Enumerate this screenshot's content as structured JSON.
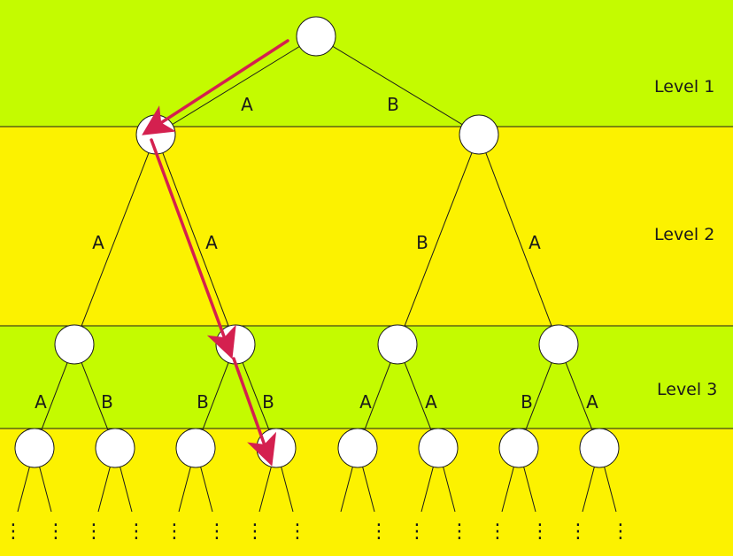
{
  "colors": {
    "band_green": "#c4fb00",
    "band_yellow": "#fcf200",
    "edge": "#1a1a1a",
    "node_fill": "#ffffff",
    "path_arrow": "#d4204f"
  },
  "levels": [
    {
      "label": "Level 1"
    },
    {
      "label": "Level 2"
    },
    {
      "label": "Level 3"
    }
  ],
  "tree": {
    "nodes": [
      {
        "id": "n0",
        "level": 0
      },
      {
        "id": "n1",
        "level": 1,
        "parent": "n0",
        "edge_label": "A"
      },
      {
        "id": "n2",
        "level": 1,
        "parent": "n0",
        "edge_label": "B"
      },
      {
        "id": "n3",
        "level": 2,
        "parent": "n1",
        "edge_label": "A"
      },
      {
        "id": "n4",
        "level": 2,
        "parent": "n1",
        "edge_label": "A"
      },
      {
        "id": "n5",
        "level": 2,
        "parent": "n2",
        "edge_label": "B"
      },
      {
        "id": "n6",
        "level": 2,
        "parent": "n2",
        "edge_label": "A"
      },
      {
        "id": "n7",
        "level": 3,
        "parent": "n3",
        "edge_label": "A"
      },
      {
        "id": "n8",
        "level": 3,
        "parent": "n3",
        "edge_label": "B"
      },
      {
        "id": "n9",
        "level": 3,
        "parent": "n4",
        "edge_label": "B"
      },
      {
        "id": "n10",
        "level": 3,
        "parent": "n4",
        "edge_label": "B"
      },
      {
        "id": "n11",
        "level": 3,
        "parent": "n5",
        "edge_label": "A"
      },
      {
        "id": "n12",
        "level": 3,
        "parent": "n5",
        "edge_label": "A"
      },
      {
        "id": "n13",
        "level": 3,
        "parent": "n6",
        "edge_label": "B"
      },
      {
        "id": "n14",
        "level": 3,
        "parent": "n6",
        "edge_label": "A"
      }
    ],
    "highlighted_path": [
      "n0",
      "n1",
      "n4",
      "n10"
    ],
    "continuation_mark": "⋮"
  }
}
